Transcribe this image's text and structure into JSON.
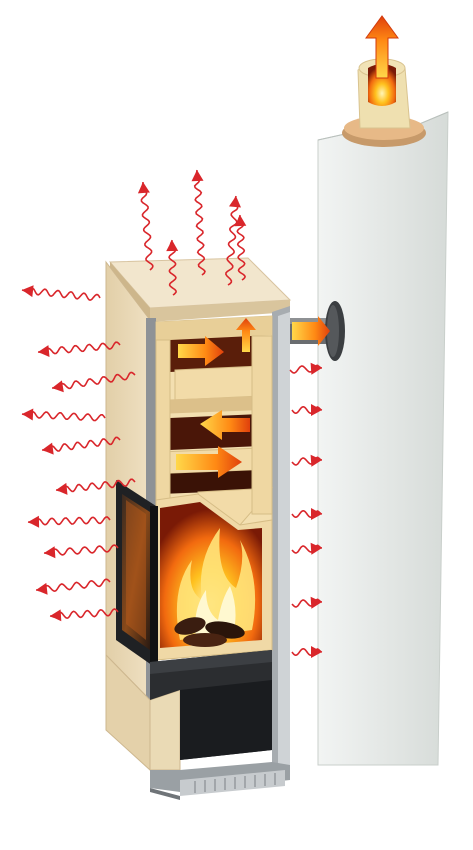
{
  "diagram": {
    "colors": {
      "heat_arrow": "#d9262b",
      "stone": "#efe0c0",
      "stone_edge": "#d8c4a0",
      "firebrick": "#f1dba9",
      "steel": "#505357",
      "dark": "#1a1c1f",
      "chimney": "#e8ecea",
      "fire_core": "#fff2a8",
      "fire_mid": "#ffb21a",
      "fire_outer": "#e2420c"
    },
    "icons": [
      "heat-radiation-arrow",
      "flue-gas-arrow",
      "flame"
    ]
  }
}
